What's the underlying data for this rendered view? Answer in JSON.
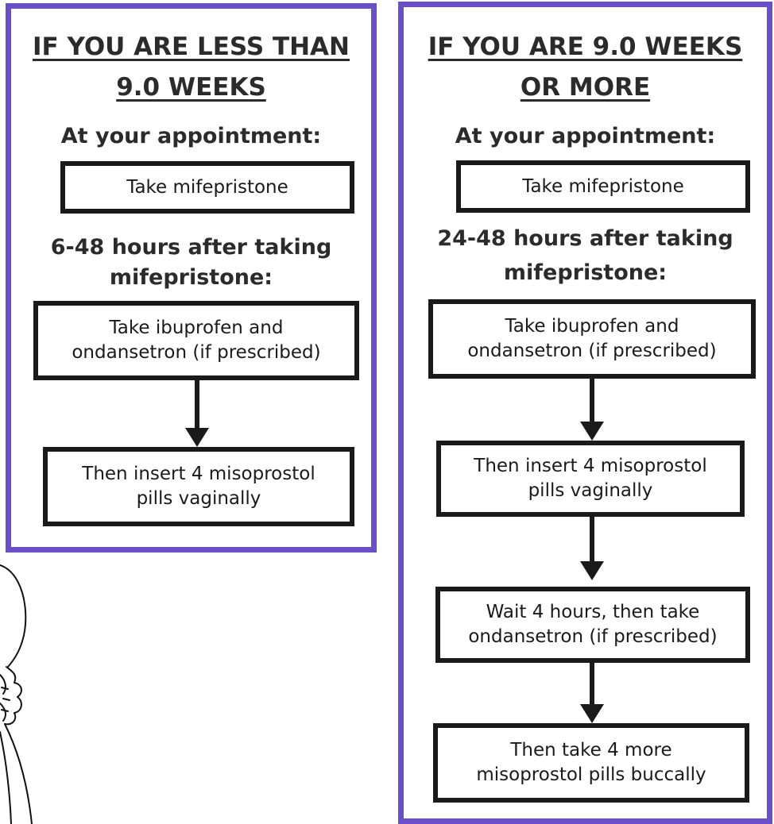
{
  "colors": {
    "panel_border": "#6a4fc9",
    "box_border": "#1a1a1a",
    "text": "#1a1a1a"
  },
  "left_panel": {
    "title_line1": "IF YOU ARE LESS THAN",
    "title_line2": "9.0 WEEKS",
    "at_appointment_label": "At your appointment:",
    "step_mifepristone": "Take mifepristone",
    "timing_label_line1": "6-48 hours after taking",
    "timing_label_line2": "mifepristone:",
    "step_ibuprofen": "Take ibuprofen and\nondansetron (if prescribed)",
    "step_misoprostol_vaginal": "Then insert 4 misoprostol\npills vaginally"
  },
  "right_panel": {
    "title_line1": "IF YOU ARE 9.0 WEEKS",
    "title_line2": "OR MORE",
    "at_appointment_label": "At your appointment:",
    "step_mifepristone": "Take mifepristone",
    "timing_label_line1": "24-48 hours after taking",
    "timing_label_line2": "mifepristone:",
    "step_ibuprofen": "Take ibuprofen and\nondansetron (if prescribed)",
    "step_misoprostol_vaginal": "Then insert 4 misoprostol\npills vaginally",
    "step_wait_ondansetron": "Wait 4 hours, then take\nondansetron (if prescribed)",
    "step_misoprostol_buccal": "Then take 4 more\nmisoprostol pills buccally"
  }
}
